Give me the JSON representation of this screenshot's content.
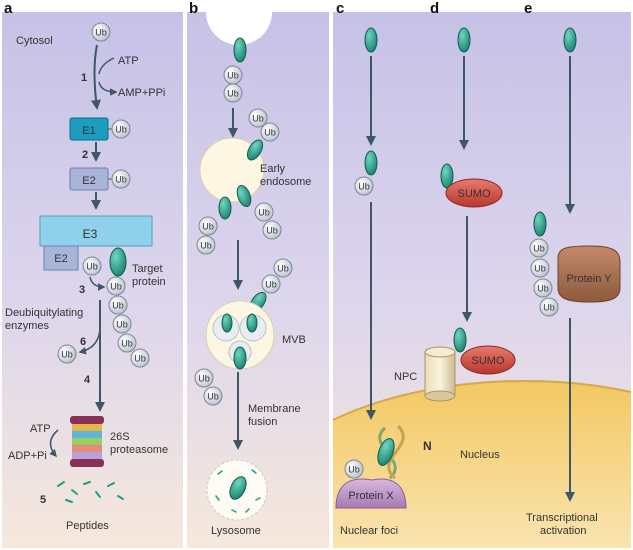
{
  "panels": {
    "a": "a",
    "b": "b",
    "c": "c",
    "d": "d",
    "e": "e"
  },
  "ubiquitin": "Ub",
  "panel_a": {
    "cytosol": "Cytosol",
    "atp": "ATP",
    "amp_ppi": "AMP+PPi",
    "step1": "1",
    "step2": "2",
    "step3": "3",
    "step4": "4",
    "step5": "5",
    "step6": "6",
    "e1": "E1",
    "e2": "E2",
    "e3": "E3",
    "target_line1": "Target",
    "target_line2": "protein",
    "deub_line1": "Deubiquitylating",
    "deub_line2": "enzymes",
    "atp2": "ATP",
    "adp_pi": "ADP+Pi",
    "proteasome_line1": "26S",
    "proteasome_line2": "proteasome",
    "peptides": "Peptides"
  },
  "panel_b": {
    "early_line1": "Early",
    "early_line2": "endosome",
    "mvb": "MVB",
    "membrane_line1": "Membrane",
    "membrane_line2": "fusion",
    "lysosome": "Lysosome"
  },
  "panel_c": {
    "protein_x": "Protein X",
    "nuclear_foci": "Nuclear foci"
  },
  "panel_d": {
    "sumo": "SUMO",
    "sumo2": "SUMO",
    "npc": "NPC",
    "n": "N",
    "nucleus": "Nucleus"
  },
  "panel_e": {
    "protein_y": "Protein Y",
    "transcriptional_line1": "Transcriptional",
    "transcriptional_line2": "activation"
  },
  "colors": {
    "cytosol_top": "#c5c1e6",
    "nucleus": "#f2c45a",
    "ub_fill": "#d4dbe3",
    "protein_teal": "#1f9e87",
    "e1_fill": "#1a9dbe",
    "e2_fill": "#a9b5d8",
    "e3_fill": "#8fd0ea",
    "sumo_fill": "#d9574c",
    "protein_x_fill": "#c59ad0",
    "protein_y_fill": "#a87050",
    "arrow": "#3e5766"
  }
}
